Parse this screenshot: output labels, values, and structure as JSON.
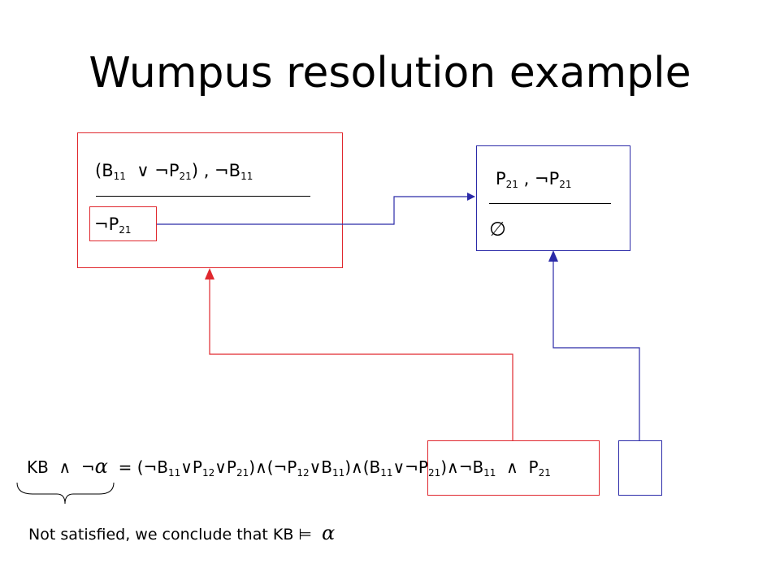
{
  "title": "Wumpus resolution example",
  "colors": {
    "red": "#e0282e",
    "blue": "#2b2aa8"
  },
  "left_box": {
    "premise_1": "B11 ∨ ¬P21",
    "premise_2": "¬B11",
    "result": "¬P21"
  },
  "right_box": {
    "premise_1": "P21",
    "premise_2": "¬P21",
    "result": "∅"
  },
  "formula": {
    "lhs": "KB ∧ ¬α",
    "equals": "=",
    "clauses": [
      "(¬B11∨P12∨P21)",
      "(¬P12∨B11)",
      "(B11∨¬P21)",
      "¬B11",
      "P21"
    ],
    "connective": "∧"
  },
  "conclusion": "Not satisfied, we conclude that KB ⊨ α"
}
